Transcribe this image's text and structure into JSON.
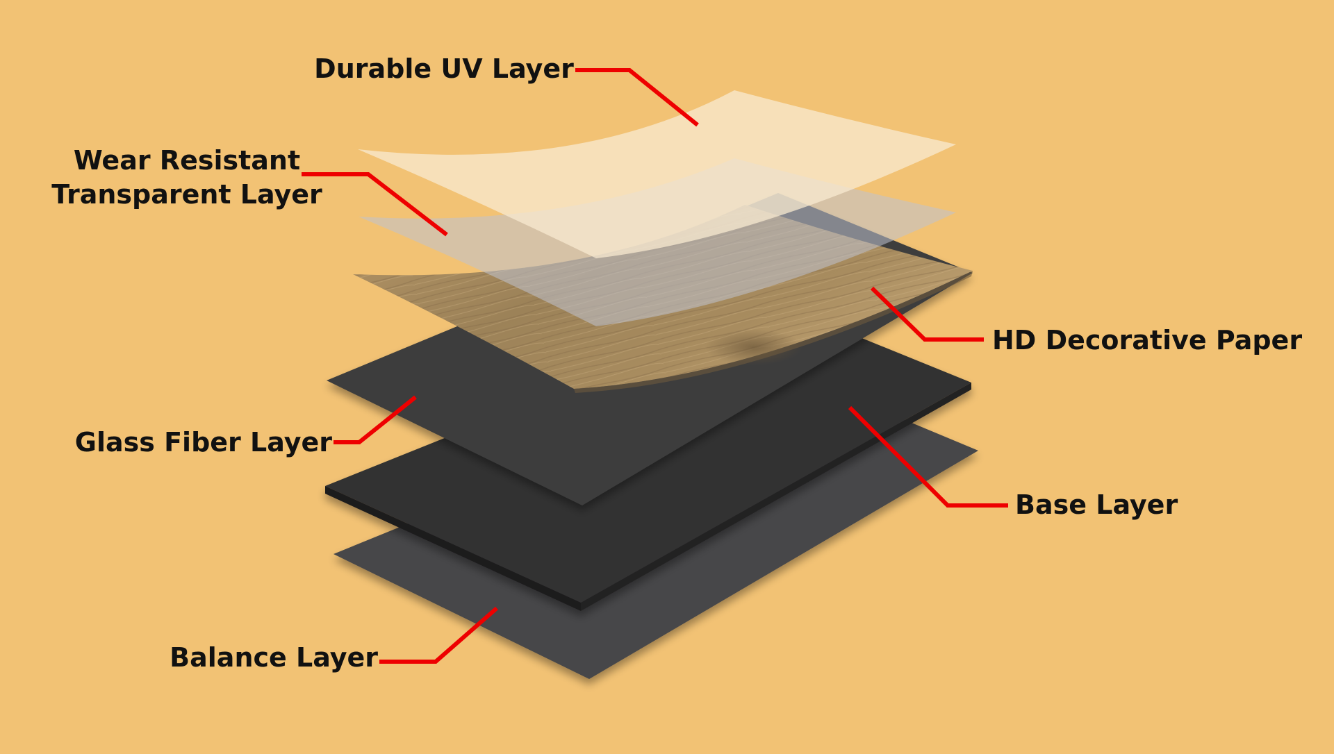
{
  "labels": {
    "durable_uv": "Durable UV Layer",
    "wear_resistant_line1": "Wear Resistant",
    "wear_resistant_line2": "Transparent Layer",
    "hd_decorative": "HD Decorative Paper",
    "glass_fiber": "Glass Fiber Layer",
    "base": "Base Layer",
    "balance": "Balance Layer"
  },
  "colors": {
    "background": "#f2c274",
    "leader_line": "#ee0000",
    "label_text": "#111111",
    "balance_layer": "#46464a",
    "base_layer_top": "#333333",
    "base_layer_edge": "#1c1a1c",
    "glass_fiber_layer": "#3d3d3d",
    "decor_paper_light": "#b39466",
    "decor_paper_dark": "#8a7350",
    "wear_layer": "#bfc3cf",
    "uv_layer": "#f6e4c4"
  }
}
